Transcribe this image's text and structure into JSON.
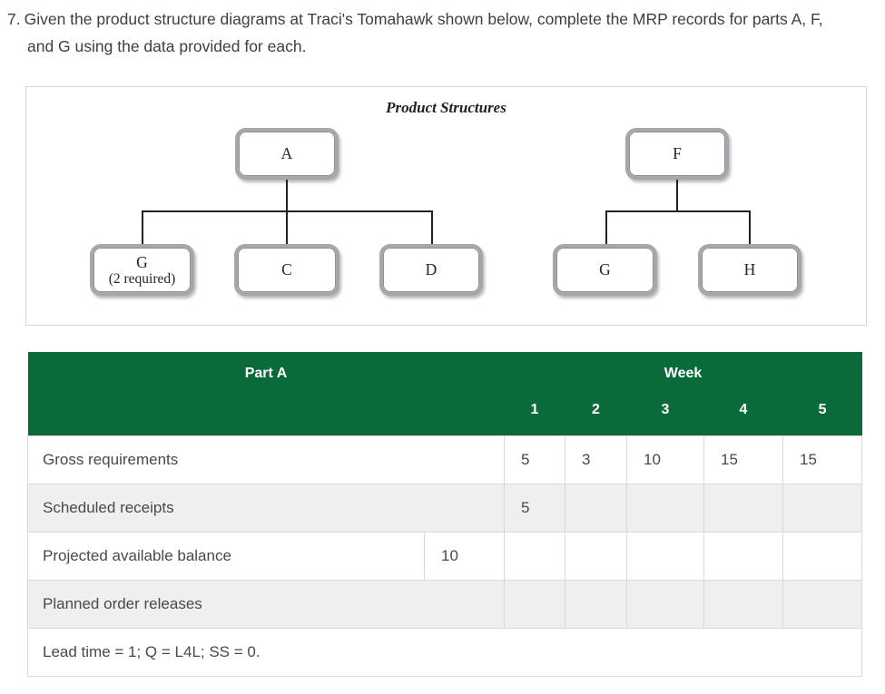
{
  "question": {
    "number": "7.",
    "text": "Given the product structure diagrams at Traci's Tomahawk shown below, complete the MRP records for parts A, F, and G using the data provided for each."
  },
  "diagram": {
    "title": "Product Structures",
    "nodes": {
      "a": "A",
      "f": "F",
      "g1": "G",
      "g1_note": "(2 required)",
      "c": "C",
      "d": "D",
      "g2": "G",
      "h": "H"
    }
  },
  "colors": {
    "header_green": "#0a6a3a",
    "alt_row_gray": "#efefef",
    "grid_line": "#d9d9d9"
  },
  "table": {
    "part_header": "Part A",
    "week_header": "Week",
    "week_numbers": [
      "1",
      "2",
      "3",
      "4",
      "5"
    ],
    "rows": [
      {
        "label": "Gross requirements",
        "values": [
          "5",
          "3",
          "10",
          "15",
          "15"
        ]
      },
      {
        "label": "Scheduled receipts",
        "values": [
          "5",
          "",
          "",
          "",
          ""
        ]
      },
      {
        "label": "Projected available balance",
        "initial": "10",
        "values": [
          "",
          "",
          "",
          "",
          ""
        ]
      },
      {
        "label": "Planned order releases",
        "values": [
          "",
          "",
          "",
          "",
          ""
        ]
      }
    ],
    "footnote": "Lead time = 1; Q = L4L; SS = 0."
  }
}
